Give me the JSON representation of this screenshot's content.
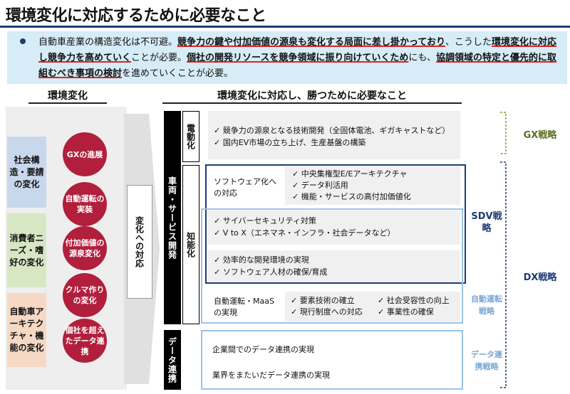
{
  "title": "環境変化に対応するために必要なこと",
  "summary": {
    "p1": "自動車産業の構造変化は不可避。",
    "p2": "競争力の鍵や付加価値の源泉も変化する局面に差し掛かっており",
    "p3": "、こうした",
    "p4": "環境変化に対応し競争力を高めていく",
    "p5": "ことが必要。",
    "p6": "個社の開発リソースを競争領域に振り向けていくため",
    "p7": "にも、",
    "p8": "協調領域の特定と優先的に取組むべき事項の検討",
    "p9": "を進めていくことが必要。"
  },
  "left_section": {
    "header": "環境変化",
    "boxes": [
      {
        "label": "社会構造・要請の変化",
        "color": "#c8d8ec"
      },
      {
        "label": "消費者ニーズ・嗜好の変化",
        "color": "#d7e7c4"
      },
      {
        "label": "自動車アーキテクチャ・機能の変化",
        "color": "#f5d9c4"
      }
    ],
    "circles": [
      "GXの進展",
      "自動運転の実装",
      "付加価値の源泉変化",
      "クルマ作りの変化",
      "個社を超えたデータ連携"
    ],
    "arrow_label": "変化への対応"
  },
  "right_section": {
    "header": "環境変化に対応し、勝つために必要なこと",
    "main_bar": "車両・サービス開発",
    "data_bar": "データ連携",
    "sub_electric": "電動化",
    "sub_intelligent": "知能化",
    "electric_items": [
      "✓ 競争力の源泉となる技術開発（全固体電池、ギガキャストなど）",
      "✓ 国内EV市場の立ち上げ、生産基盤の構築"
    ],
    "software_label": "ソフトウェア化への対応",
    "software_items": [
      "✓ 中央集権型E/Eアーキテクチャ",
      "✓ データ利活用",
      "✓ 機能・サービスの高付加価値化"
    ],
    "security_items": [
      "✓ サイバーセキュリティ対策",
      "✓ V to X（エネマネ・インフラ・社会データなど）"
    ],
    "dev_items": [
      "✓ 効率的な開発環境の実現",
      "✓ ソフトウェア人材の確保/育成"
    ],
    "autonomous_label": "自動運転・MaaSの実現",
    "autonomous_items_left": [
      "✓ 要素技術の確立",
      "✓ 現行制度への対応"
    ],
    "autonomous_items_right": [
      "✓ 社会受容性の向上",
      "✓ 事業性の確保"
    ],
    "data_items": [
      "企業間でのデータ連携の実現",
      "業界をまたいだデータ連携の実現"
    ]
  },
  "strategies": {
    "gx": "GX戦略",
    "sdv": "SDV戦略",
    "dx": "DX戦略",
    "autonomous": "自動運転戦略",
    "data": "データ連携戦略"
  },
  "colors": {
    "title_line": "#1f3b73",
    "summary_bg": "#d6ecf7",
    "circle": "#b11f3c",
    "sdv_border": "#1f3b73",
    "light_border": "#9dc3e6",
    "gx_text": "#5a6e22",
    "dx_text": "#1f3b73",
    "light_text": "#7ba7d6"
  }
}
